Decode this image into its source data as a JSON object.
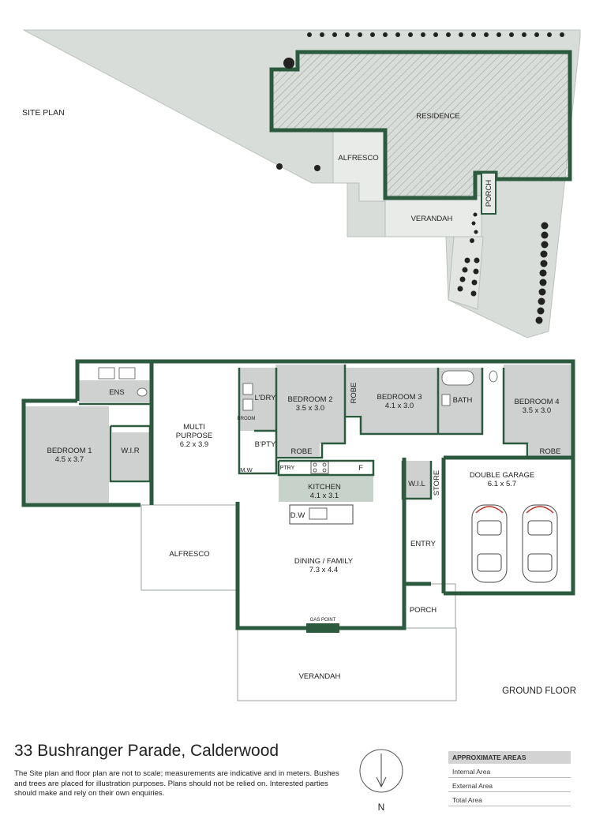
{
  "site_plan": {
    "label": "SITE PLAN",
    "areas": {
      "residence": "RESIDENCE",
      "alfresco": "ALFRESCO",
      "verandah": "VERANDAH",
      "porch": "PORCH"
    }
  },
  "floor_plan": {
    "label": "GROUND FLOOR",
    "rooms": {
      "ens": "ENS",
      "bedroom1": {
        "name": "BEDROOM 1",
        "size": "4.5 x 3.7"
      },
      "wir": "W.I.R",
      "multi": {
        "name1": "MULTI",
        "name2": "PURPOSE",
        "size": "6.2 x 3.9"
      },
      "ldry": "L'DRY",
      "broom": "BROOM",
      "bpty": "B'PTY",
      "mw": "M.W",
      "bedroom2": {
        "name": "BEDROOM 2",
        "size": "3.5 x 3.0"
      },
      "robe2": "ROBE",
      "robe3": "ROBE",
      "bedroom3": {
        "name": "BEDROOM 3",
        "size": "4.1 x 3.0"
      },
      "bath": "BATH",
      "bedroom4": {
        "name": "BEDROOM 4",
        "size": "3.5 x 3.0"
      },
      "robe4": "ROBE",
      "ptry": "PTRY",
      "fridge": "F",
      "kitchen": {
        "name": "KITCHEN",
        "size": "4.1 x 3.1"
      },
      "dw": "D.W",
      "wil": "W.I.L",
      "store": "STORE",
      "garage": {
        "name": "DOUBLE GARAGE",
        "size": "6.1 x 5.7"
      },
      "alfresco": "ALFRESCO",
      "dining": {
        "name": "DINING / FAMILY",
        "size": "7.3 x 4.4"
      },
      "entry": "ENTRY",
      "gas": "GAS POINT",
      "porch": "PORCH",
      "verandah": "VERANDAH"
    }
  },
  "address": "33 Bushranger Parade, Calderwood",
  "disclaimer": "The Site plan and floor plan are not to scale; measurements are indicative and in meters. Bushes and trees are placed for illustration purposes. Plans should not be relied on. Interested parties should make and rely on their own enquiries.",
  "compass": {
    "label": "N"
  },
  "areas_table": {
    "heading": "APPROXIMATE AREAS",
    "rows": [
      "Internal Area",
      "External Area",
      "Total Area"
    ]
  },
  "colors": {
    "wall": "#2c5a3e",
    "site_fill": "#d9ddd9",
    "room_fill": "#cfd0d0",
    "kitchen_fill": "#c7d3ca"
  }
}
